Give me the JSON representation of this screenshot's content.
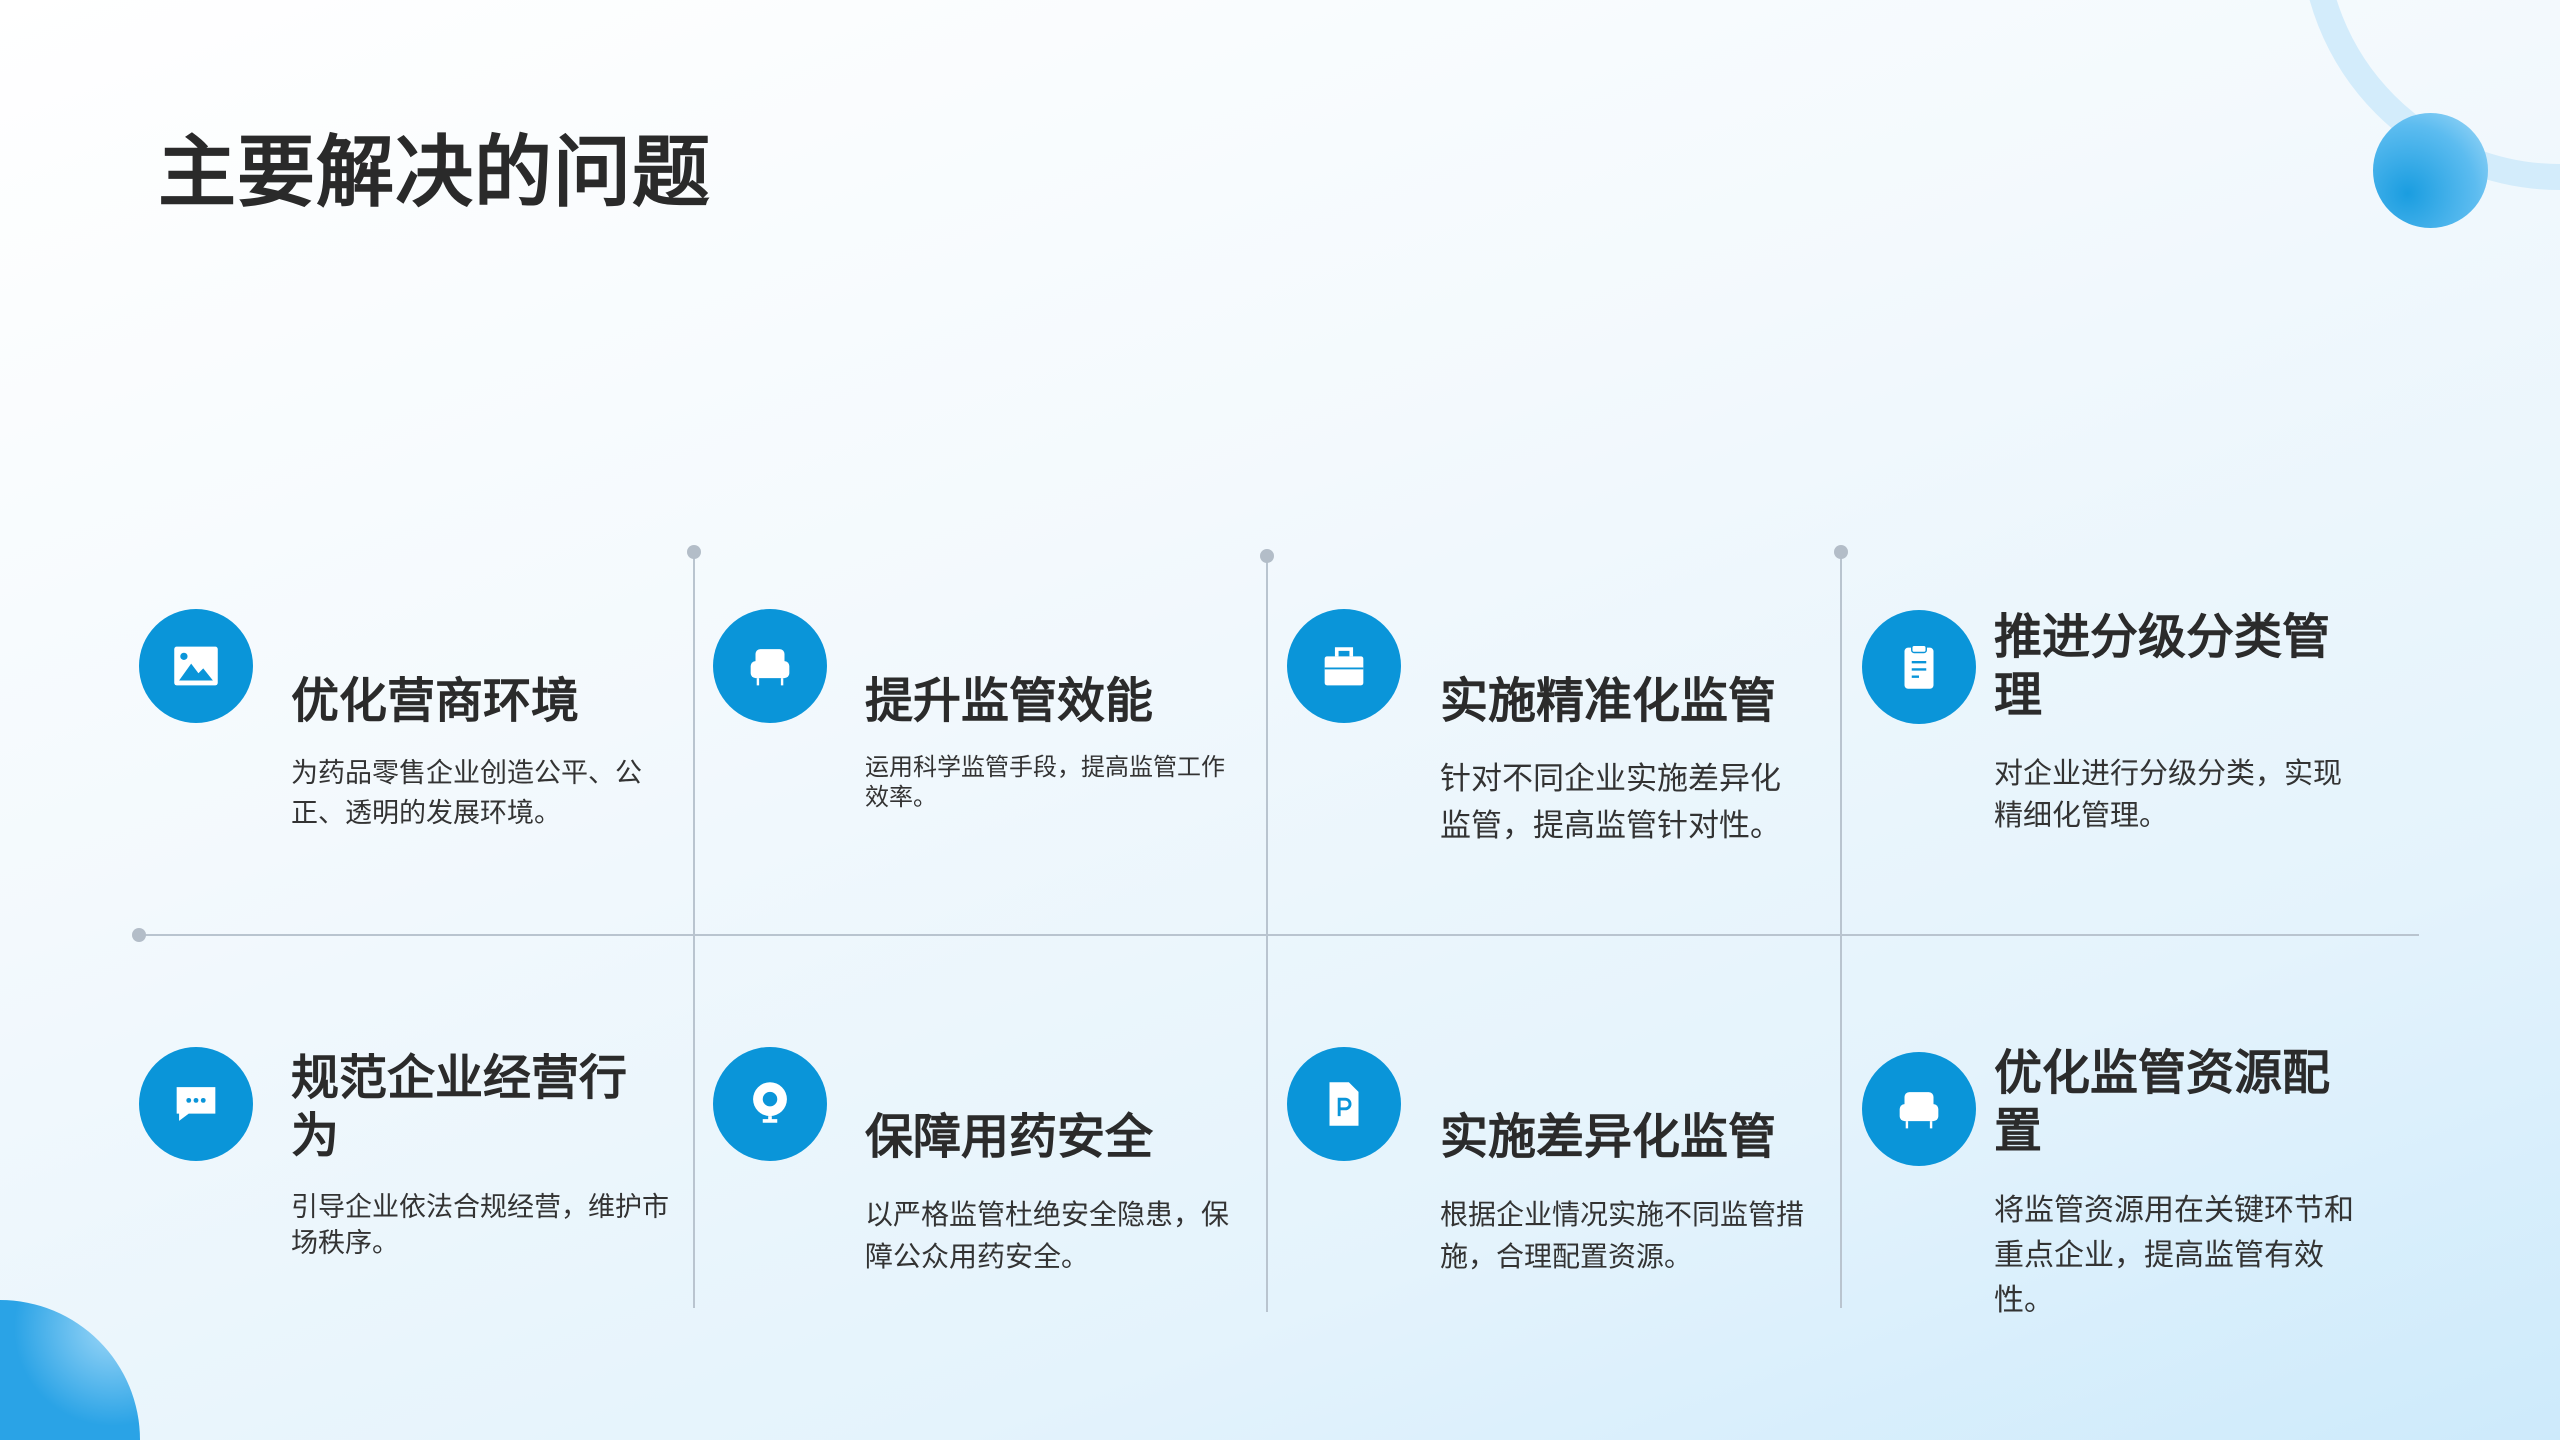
{
  "page_title": "主要解决的问题",
  "accent_color": "#0a95d9",
  "cards": [
    {
      "icon": "image-icon",
      "title": "优化营商环境",
      "desc": "为药品零售企业创造公平、公正、透明的发展环境。"
    },
    {
      "icon": "armchair-icon",
      "title": "提升监管效能",
      "desc": "运用科学监管手段，提高监管工作效率。"
    },
    {
      "icon": "briefcase-icon",
      "title": "实施精准化监管",
      "desc": "针对不同企业实施差异化监管，提高监管针对性。"
    },
    {
      "icon": "clipboard-icon",
      "title": "推进分级分类管理",
      "desc": "对企业进行分级分类，实现精细化管理。"
    },
    {
      "icon": "chat-icon",
      "title": "规范企业经营行为",
      "desc": "引导企业依法合规经营，维护市场秩序。"
    },
    {
      "icon": "webcam-icon",
      "title": "保障用药安全",
      "desc": "以严格监管杜绝安全隐患，保障公众用药安全。"
    },
    {
      "icon": "document-p-icon",
      "title": "实施差异化监管",
      "desc": "根据企业情况实施不同监管措施，合理配置资源。"
    },
    {
      "icon": "armchair-icon",
      "title": "优化监管资源配置",
      "desc": "将监管资源用在关键环节和重点企业，提高监管有效性。"
    }
  ]
}
